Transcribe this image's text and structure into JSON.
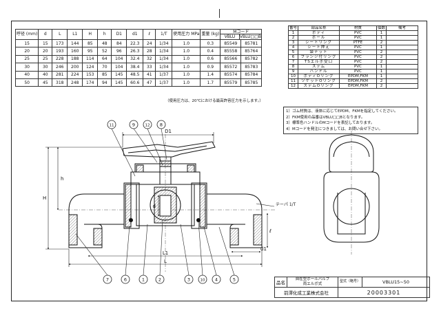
{
  "drawing": {
    "dimension_table": {
      "headers": [
        "呼径 (mm)",
        "d",
        "L",
        "L1",
        "H",
        "h",
        "D1",
        "d1",
        "ℓ",
        "1/T",
        "使用圧力 MPa",
        "重量 (kg)",
        "VBLU",
        "VBLU□□B"
      ],
      "mcode_header": "Mコード",
      "rows": [
        [
          "15",
          "15",
          "173",
          "144",
          "85",
          "48",
          "84",
          "22.3",
          "24",
          "1/34",
          "1.0",
          "0.3",
          "85549",
          "85781"
        ],
        [
          "20",
          "20",
          "193",
          "160",
          "95",
          "52",
          "96",
          "26.3",
          "28",
          "1/34",
          "1.0",
          "0.4",
          "85558",
          "85764"
        ],
        [
          "25",
          "25",
          "228",
          "188",
          "114",
          "64",
          "104",
          "32.4",
          "32",
          "1/34",
          "1.0",
          "0.6",
          "85566",
          "85782"
        ],
        [
          "30",
          "30",
          "246",
          "200",
          "124",
          "70",
          "104",
          "38.4",
          "33",
          "1/34",
          "1.0",
          "0.9",
          "85572",
          "85783"
        ],
        [
          "40",
          "40",
          "281",
          "224",
          "153",
          "85",
          "145",
          "48.5",
          "41",
          "1/37",
          "1.0",
          "1.4",
          "85574",
          "85784"
        ],
        [
          "50",
          "45",
          "318",
          "248",
          "174",
          "94",
          "145",
          "60.6",
          "47",
          "1/37",
          "1.0",
          "1.7",
          "85579",
          "85785"
        ]
      ],
      "note": "（使用圧力は、20℃における最高許容圧力を示します。）"
    },
    "parts_table": {
      "headers": [
        "番号",
        "部品名称",
        "材質",
        "個数",
        "備考"
      ],
      "rows": [
        [
          "1",
          "ボディ",
          "PVC",
          "1",
          ""
        ],
        [
          "2",
          "ボール",
          "PVC",
          "1",
          ""
        ],
        [
          "3",
          "シートリング",
          "PTFE",
          "2",
          ""
        ],
        [
          "4",
          "シート押え",
          "PVC",
          "1",
          ""
        ],
        [
          "5",
          "袋ナット",
          "PVC",
          "2",
          ""
        ],
        [
          "6",
          "フランジ付リング",
          "PVC",
          "2",
          ""
        ],
        [
          "7",
          "TSエルボ受口",
          "PVC",
          "2",
          ""
        ],
        [
          "8",
          "ステム",
          "PVC",
          "1",
          ""
        ],
        [
          "9",
          "ハンドル",
          "PVC",
          "1",
          ""
        ],
        [
          "10",
          "ボディOリング",
          "EPDM,FKM",
          "1",
          ""
        ],
        [
          "11",
          "ソケットOリング",
          "EPDM,FKM",
          "2",
          ""
        ],
        [
          "12",
          "ステムOリング",
          "EPDM,FKM",
          "2",
          ""
        ]
      ]
    },
    "notes": [
      "1）ゴム材質は、液体に応じてEPDM、FKMを指定してください。",
      "2）FKM使用の品番はVBLU□□Bとなります。",
      "3）標準色ハンドルのMコードを表記しております。",
      "4）Mコードを発注につきましては、お問い合せ下さい。"
    ],
    "title_block": {
      "name_label": "品名",
      "product_name": "自在型ボールバルブ",
      "product_sub": "両エルボ式",
      "model_label": "型式（略号）",
      "model": "VBLU15~50",
      "company": "前澤化成工業株式会社",
      "drawing_number": "20003301"
    },
    "callouts": [
      "11",
      "9",
      "12",
      "8",
      "7",
      "6",
      "1",
      "2",
      "3",
      "10",
      "4",
      "5"
    ],
    "dimension_labels": {
      "D1": "D1",
      "h": "h",
      "H": "H",
      "d": "d",
      "l": "ℓ",
      "d1": "d1",
      "L1": "L1",
      "L": "L",
      "taper": "テーパ 1/T"
    }
  }
}
